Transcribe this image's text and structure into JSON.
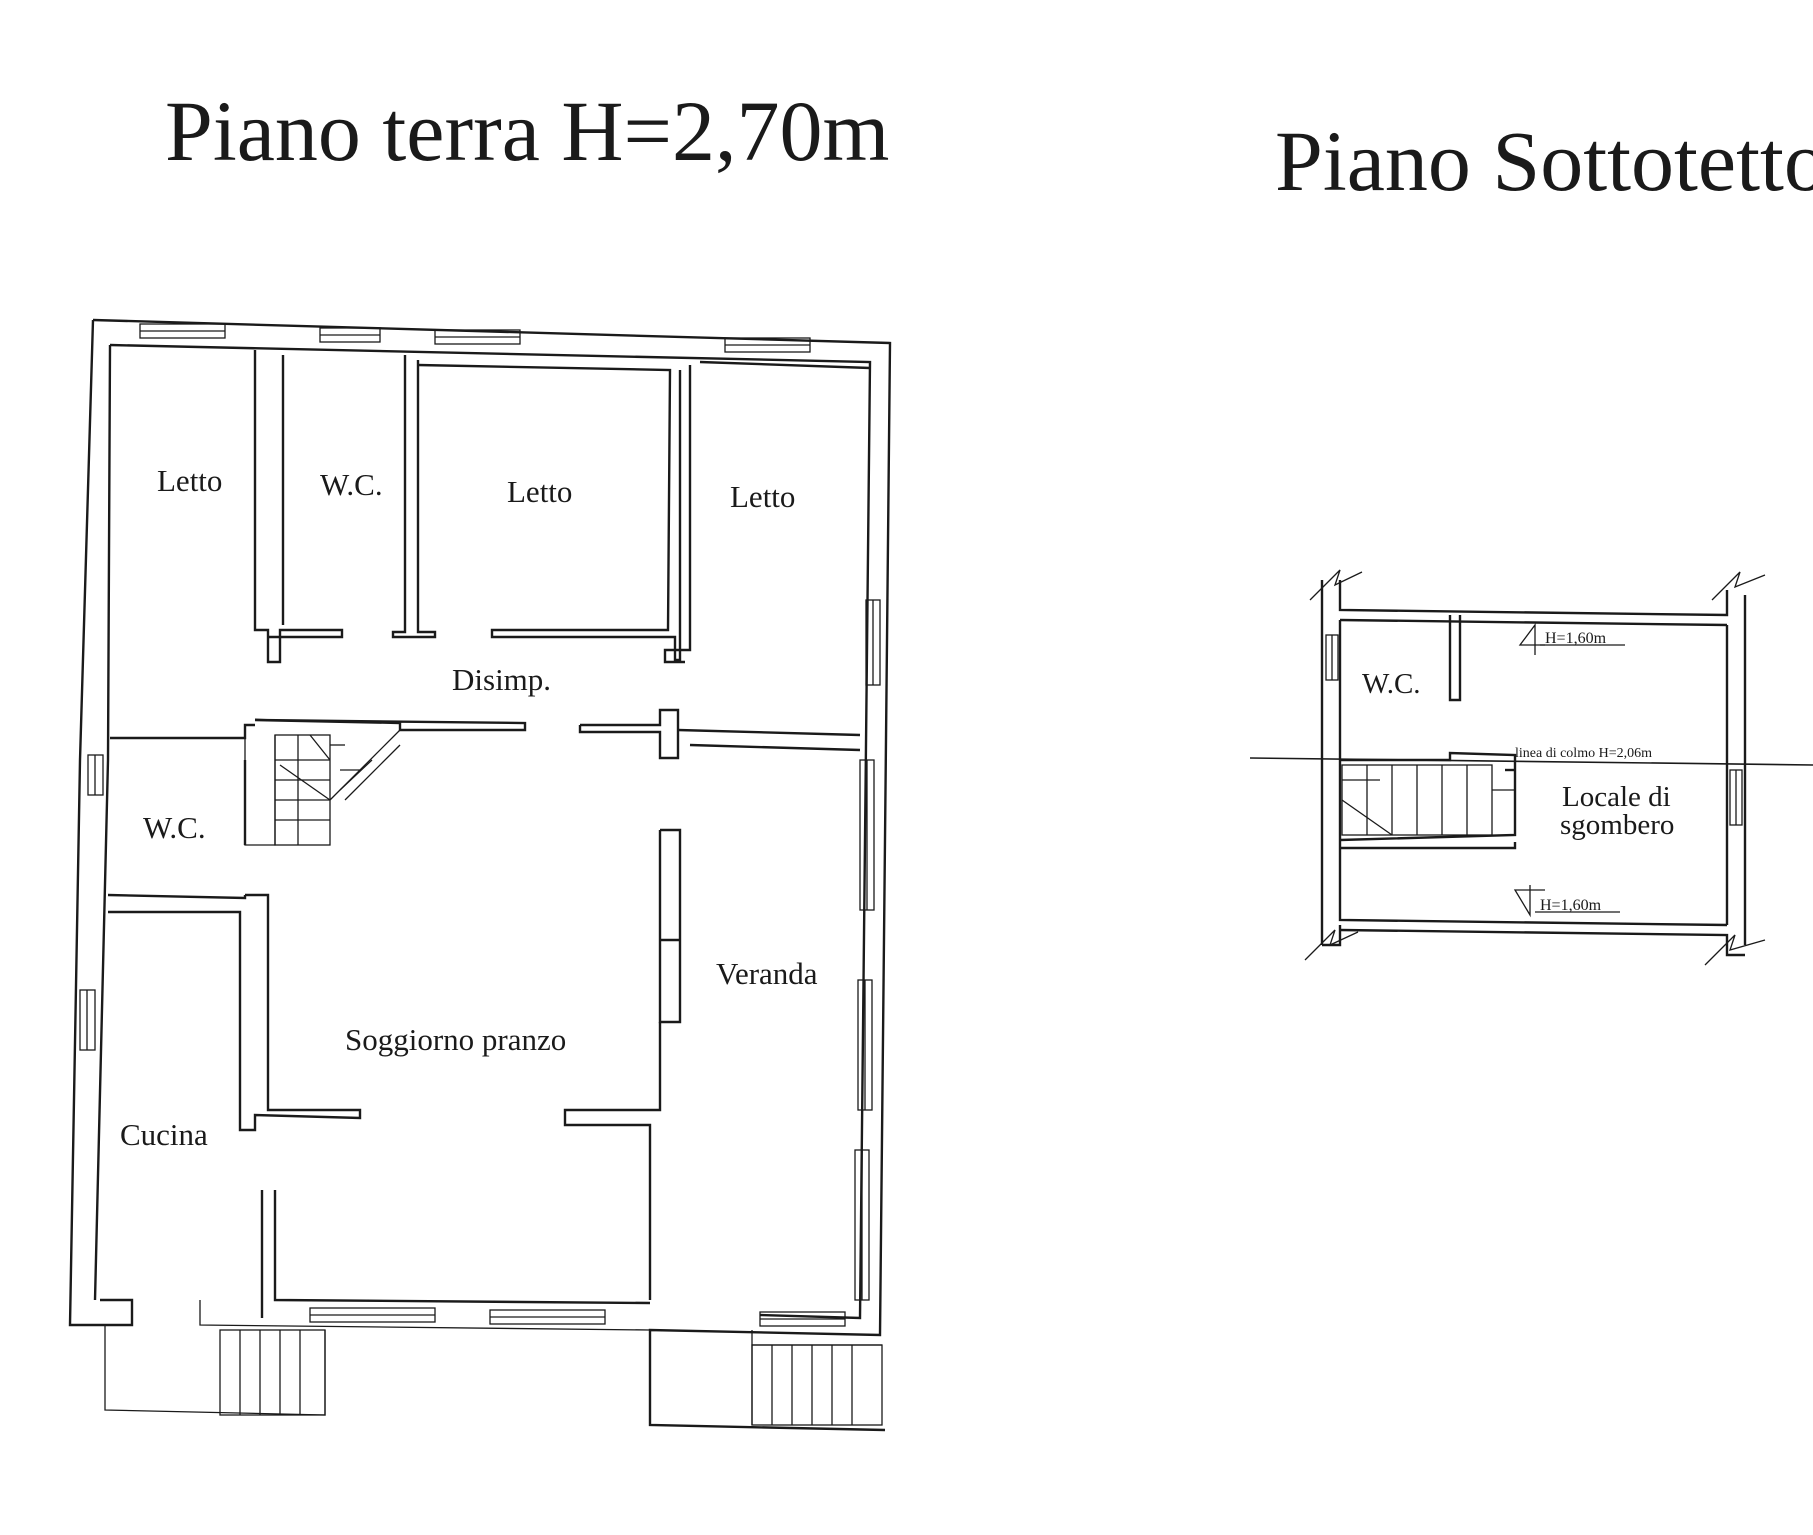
{
  "ground_floor": {
    "title": "Piano terra H=2,70m",
    "rooms": {
      "bedroom_1": "Letto",
      "wc_upper": "W.C.",
      "bedroom_2": "Letto",
      "bedroom_3": "Letto",
      "hallway": "Disimp.",
      "wc_lower": "W.C.",
      "veranda": "Veranda",
      "living_dining": "Soggiorno pranzo",
      "kitchen": "Cucina"
    }
  },
  "attic_floor": {
    "title": "Piano Sottotetto",
    "rooms": {
      "wc": "W.C.",
      "storage_line1": "Locale di",
      "storage_line2": "sgombero"
    },
    "height_upper": "H=1,60m",
    "ridge_line": "linea di colmo H=2,06m",
    "height_lower": "H=1,60m"
  },
  "colors": {
    "ink": "#1a1a1a",
    "paper": "#ffffff"
  }
}
